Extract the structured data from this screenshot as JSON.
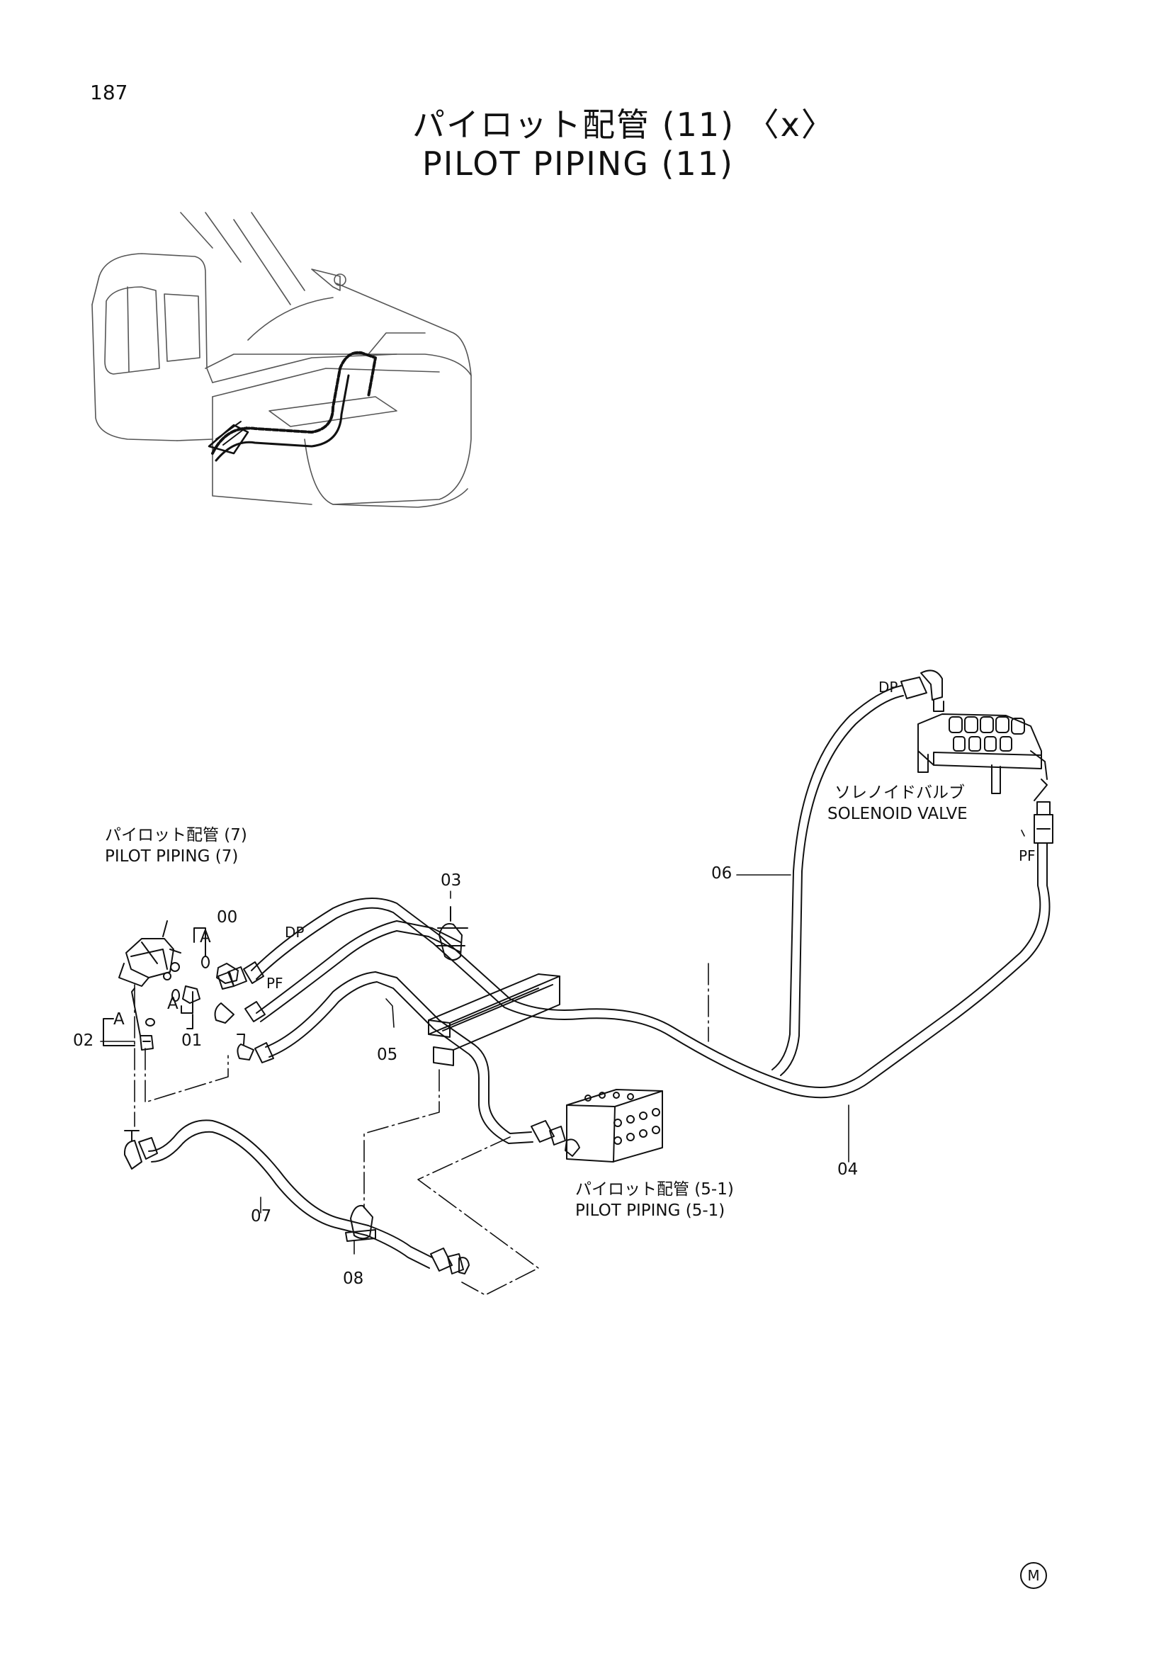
{
  "page": {
    "number": "187"
  },
  "title": {
    "japanese": "パイロット配管 (11) 〈x〉",
    "english": "PILOT PIPING (11)"
  },
  "labels": {
    "ref_pilot_piping_7_jp": "パイロット配管 (7)",
    "ref_pilot_piping_7_en": "PILOT PIPING (7)",
    "ref_pilot_piping_5_1_jp": "パイロット配管 (5-1)",
    "ref_pilot_piping_5_1_en": "PILOT PIPING (5-1)",
    "solenoid_valve_jp": "ソレノイドバルブ",
    "solenoid_valve_en": "SOLENOID VALVE",
    "port_dp_1": "DP",
    "port_pf_1": "PF",
    "port_dp_2": "DP",
    "port_pf_2": "PF",
    "detail_a_1": "A",
    "detail_a_2": "A",
    "detail_a_3": "A"
  },
  "part_numbers": {
    "p00": "00",
    "p01": "01",
    "p02": "02",
    "p03": "03",
    "p04": "04",
    "p05": "05",
    "p06": "06",
    "p07": "07",
    "p08": "08"
  },
  "footer": {
    "mark": "M"
  }
}
